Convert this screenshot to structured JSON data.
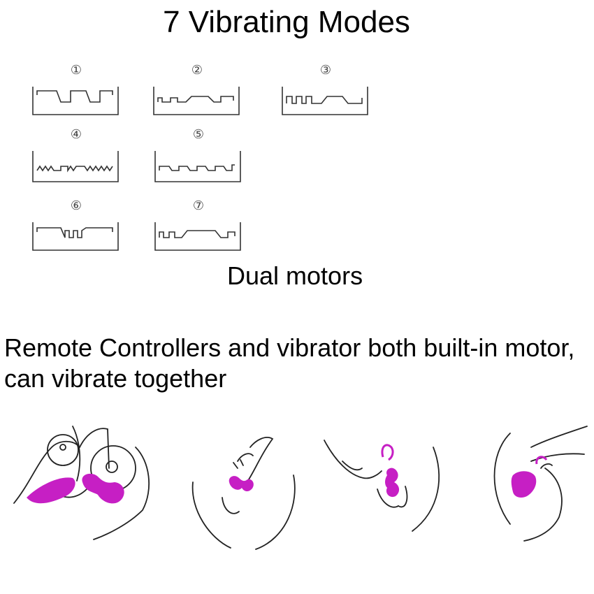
{
  "title": "7 Vibrating Modes",
  "modes": [
    {
      "num": "①"
    },
    {
      "num": "②"
    },
    {
      "num": "③"
    },
    {
      "num": "④"
    },
    {
      "num": "⑤"
    },
    {
      "num": "⑥"
    },
    {
      "num": "⑦"
    }
  ],
  "dual_label": "Dual motors",
  "remote_text": "Remote Controllers and vibrator both built-in motor, can vibrate together",
  "colors": {
    "accent": "#c61fc4",
    "line": "#333333"
  },
  "illustrations": [
    {
      "icon": "remote-and-balls-chest-icon"
    },
    {
      "icon": "insertion-front-icon"
    },
    {
      "icon": "insertion-finger-icon"
    },
    {
      "icon": "insertion-side-icon"
    }
  ]
}
